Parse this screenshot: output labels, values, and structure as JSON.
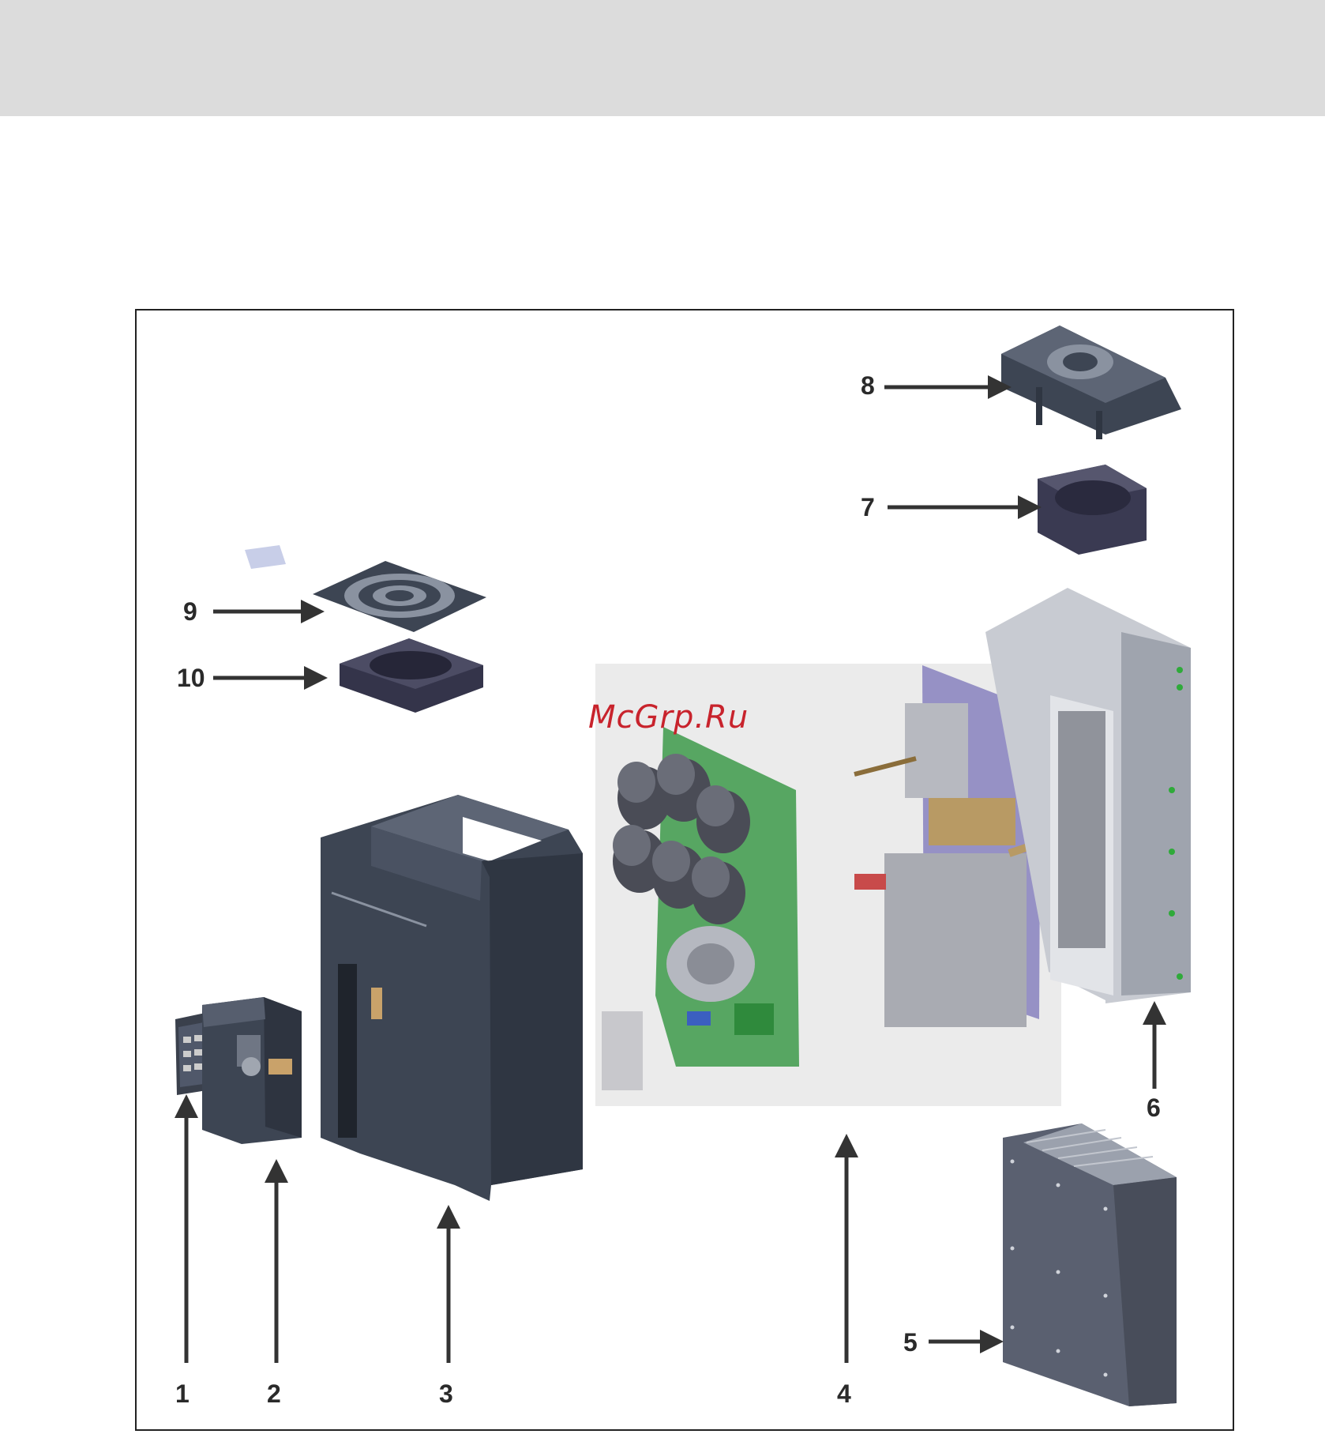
{
  "watermark": "McGrp.Ru",
  "callouts": [
    {
      "id": "1",
      "label": "1"
    },
    {
      "id": "2",
      "label": "2"
    },
    {
      "id": "3",
      "label": "3"
    },
    {
      "id": "4",
      "label": "4"
    },
    {
      "id": "5",
      "label": "5"
    },
    {
      "id": "6",
      "label": "6"
    },
    {
      "id": "7",
      "label": "7"
    },
    {
      "id": "8",
      "label": "8"
    },
    {
      "id": "9",
      "label": "9"
    },
    {
      "id": "10",
      "label": "10"
    }
  ],
  "colors": {
    "header": "#dcdcdc",
    "housing": "#3d4553",
    "pcb": "#3d9a4a",
    "capacitor": "#4a4c56",
    "heatsink": "#5a6070",
    "arrow": "#333333",
    "watermark": "#c8232c"
  }
}
